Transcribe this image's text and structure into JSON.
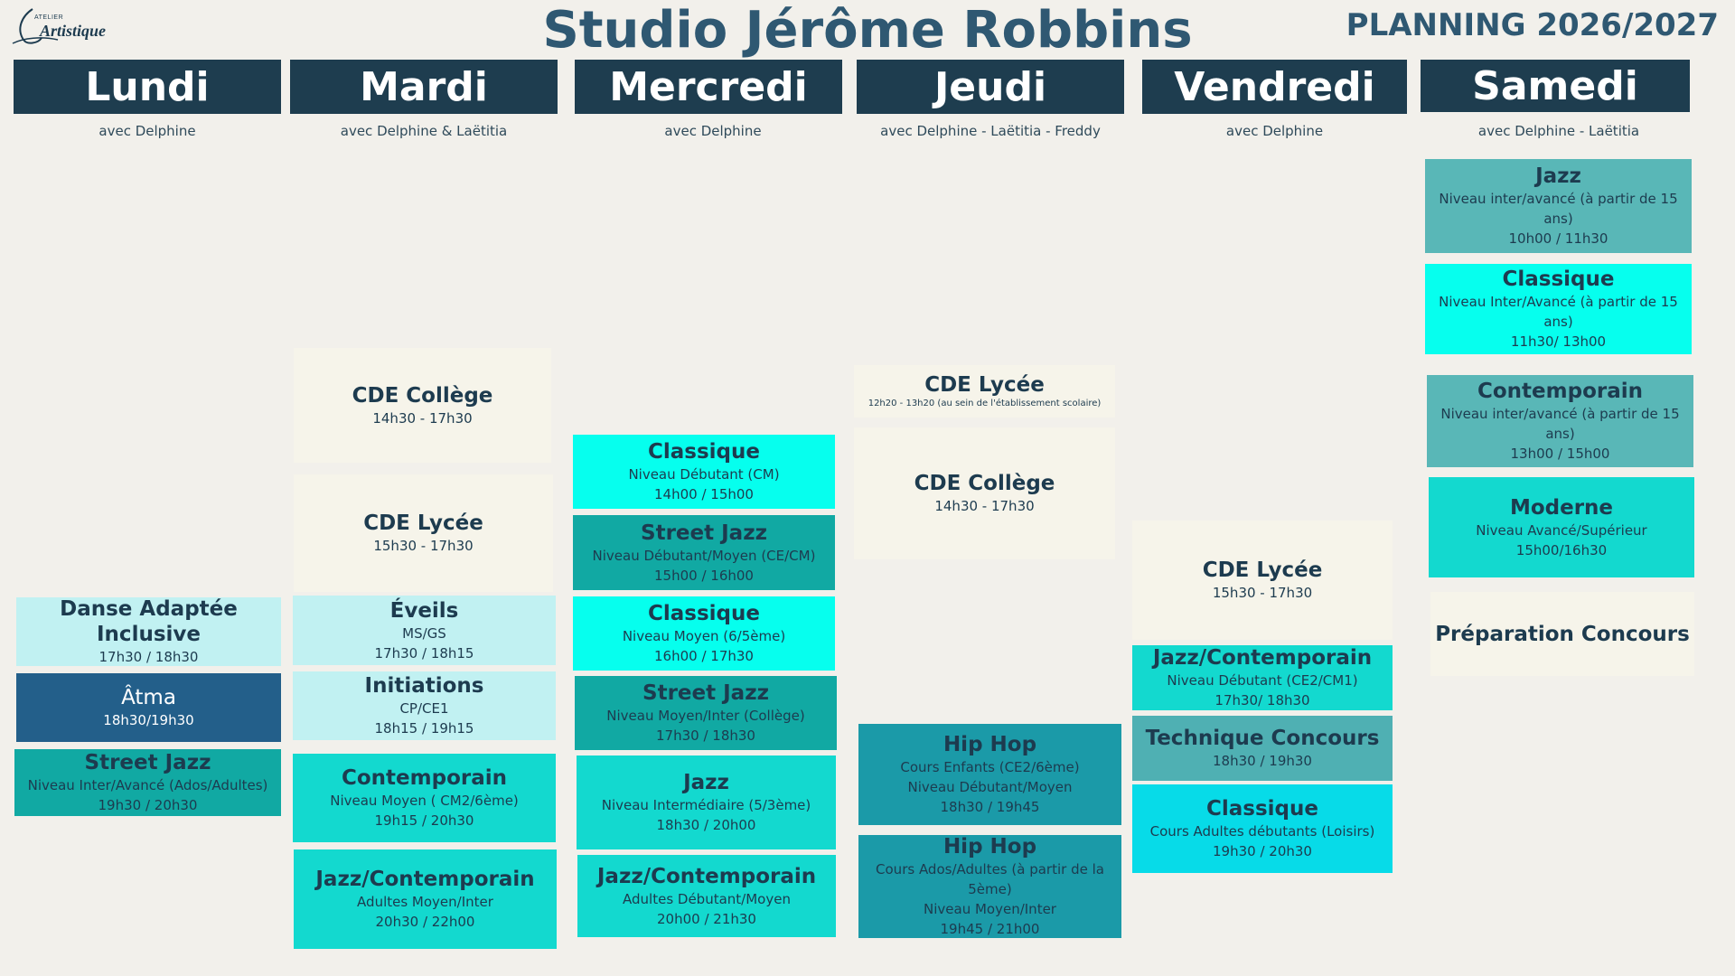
{
  "logo": {
    "small": "ATELIER",
    "big": "Artistique"
  },
  "header": {
    "title": "Studio Jérôme Robbins",
    "subtitle": "PLANNING 2026/2027"
  },
  "days": [
    {
      "name": "Lundi",
      "teachers": "avec Delphine"
    },
    {
      "name": "Mardi",
      "teachers": "avec Delphine & Laëtitia"
    },
    {
      "name": "Mercredi",
      "teachers": "avec Delphine"
    },
    {
      "name": "Jeudi",
      "teachers": "avec Delphine - Laëtitia - Freddy"
    },
    {
      "name": "Vendredi",
      "teachers": "avec Delphine"
    },
    {
      "name": "Samedi",
      "teachers": "avec Delphine - Laëtitia"
    }
  ],
  "classes": {
    "lundi": [
      {
        "title": "Danse Adaptée Inclusive",
        "lines": [
          "17h30 / 18h30"
        ]
      },
      {
        "title": "Âtma",
        "lines": [
          "18h30/19h30"
        ]
      },
      {
        "title": "Street Jazz",
        "lines": [
          "Niveau Inter/Avancé (Ados/Adultes)",
          "19h30 / 20h30"
        ]
      }
    ],
    "mardi": [
      {
        "title": "CDE Collège",
        "lines": [
          "14h30 - 17h30"
        ]
      },
      {
        "title": "CDE Lycée",
        "lines": [
          "15h30 - 17h30"
        ]
      },
      {
        "title": "Éveils",
        "lines": [
          "MS/GS",
          "17h30 / 18h15"
        ]
      },
      {
        "title": "Initiations",
        "lines": [
          "CP/CE1",
          "18h15 / 19h15"
        ]
      },
      {
        "title": "Contemporain",
        "lines": [
          "Niveau Moyen ( CM2/6ème)",
          "19h15 / 20h30"
        ]
      },
      {
        "title": "Jazz/Contemporain",
        "lines": [
          "Adultes Moyen/Inter",
          "20h30 / 22h00"
        ]
      }
    ],
    "mercredi": [
      {
        "title": "Classique",
        "lines": [
          "Niveau Débutant (CM)",
          "14h00 / 15h00"
        ]
      },
      {
        "title": "Street Jazz",
        "lines": [
          "Niveau Débutant/Moyen (CE/CM)",
          "15h00 / 16h00"
        ]
      },
      {
        "title": "Classique",
        "lines": [
          "Niveau Moyen (6/5ème)",
          "16h00 / 17h30"
        ]
      },
      {
        "title": "Street Jazz",
        "lines": [
          "Niveau Moyen/Inter (Collège)",
          "17h30 / 18h30"
        ]
      },
      {
        "title": "Jazz",
        "lines": [
          "Niveau Intermédiaire (5/3ème)",
          "18h30 / 20h00"
        ]
      },
      {
        "title": "Jazz/Contemporain",
        "lines": [
          "Adultes Débutant/Moyen",
          "20h00 / 21h30"
        ]
      }
    ],
    "jeudi": [
      {
        "title": "CDE Lycée",
        "lines": [
          "12h20 - 13h20 (au sein de l'établissement scolaire)"
        ]
      },
      {
        "title": "CDE Collège",
        "lines": [
          "14h30 - 17h30"
        ]
      },
      {
        "title": "Hip Hop",
        "lines": [
          "Cours Enfants (CE2/6ème)",
          "Niveau Débutant/Moyen",
          "18h30 / 19h45"
        ]
      },
      {
        "title": "Hip Hop",
        "lines": [
          "Cours Ados/Adultes (à partir de la 5ème)",
          "Niveau Moyen/Inter",
          "19h45 / 21h00"
        ]
      }
    ],
    "vendredi": [
      {
        "title": "CDE Lycée",
        "lines": [
          "15h30 - 17h30"
        ]
      },
      {
        "title": "Jazz/Contemporain",
        "lines": [
          "Niveau Débutant (CE2/CM1)",
          "17h30/ 18h30"
        ]
      },
      {
        "title": "Technique Concours",
        "lines": [
          "18h30 / 19h30"
        ]
      },
      {
        "title": "Classique",
        "lines": [
          "Cours Adultes débutants (Loisirs)",
          "19h30 / 20h30"
        ]
      }
    ],
    "samedi": [
      {
        "title": "Jazz",
        "lines": [
          "Niveau inter/avancé (à partir de 15 ans)",
          "10h00 / 11h30"
        ]
      },
      {
        "title": "Classique",
        "lines": [
          "Niveau Inter/Avancé (à partir de 15 ans)",
          "11h30/ 13h00"
        ]
      },
      {
        "title": "Contemporain",
        "lines": [
          "Niveau inter/avancé (à partir de 15 ans)",
          "13h00 / 15h00"
        ]
      },
      {
        "title": "Moderne",
        "lines": [
          "Niveau Avancé/Supérieur",
          "15h00/16h30"
        ]
      },
      {
        "title": "Préparation Concours",
        "lines": []
      }
    ]
  }
}
